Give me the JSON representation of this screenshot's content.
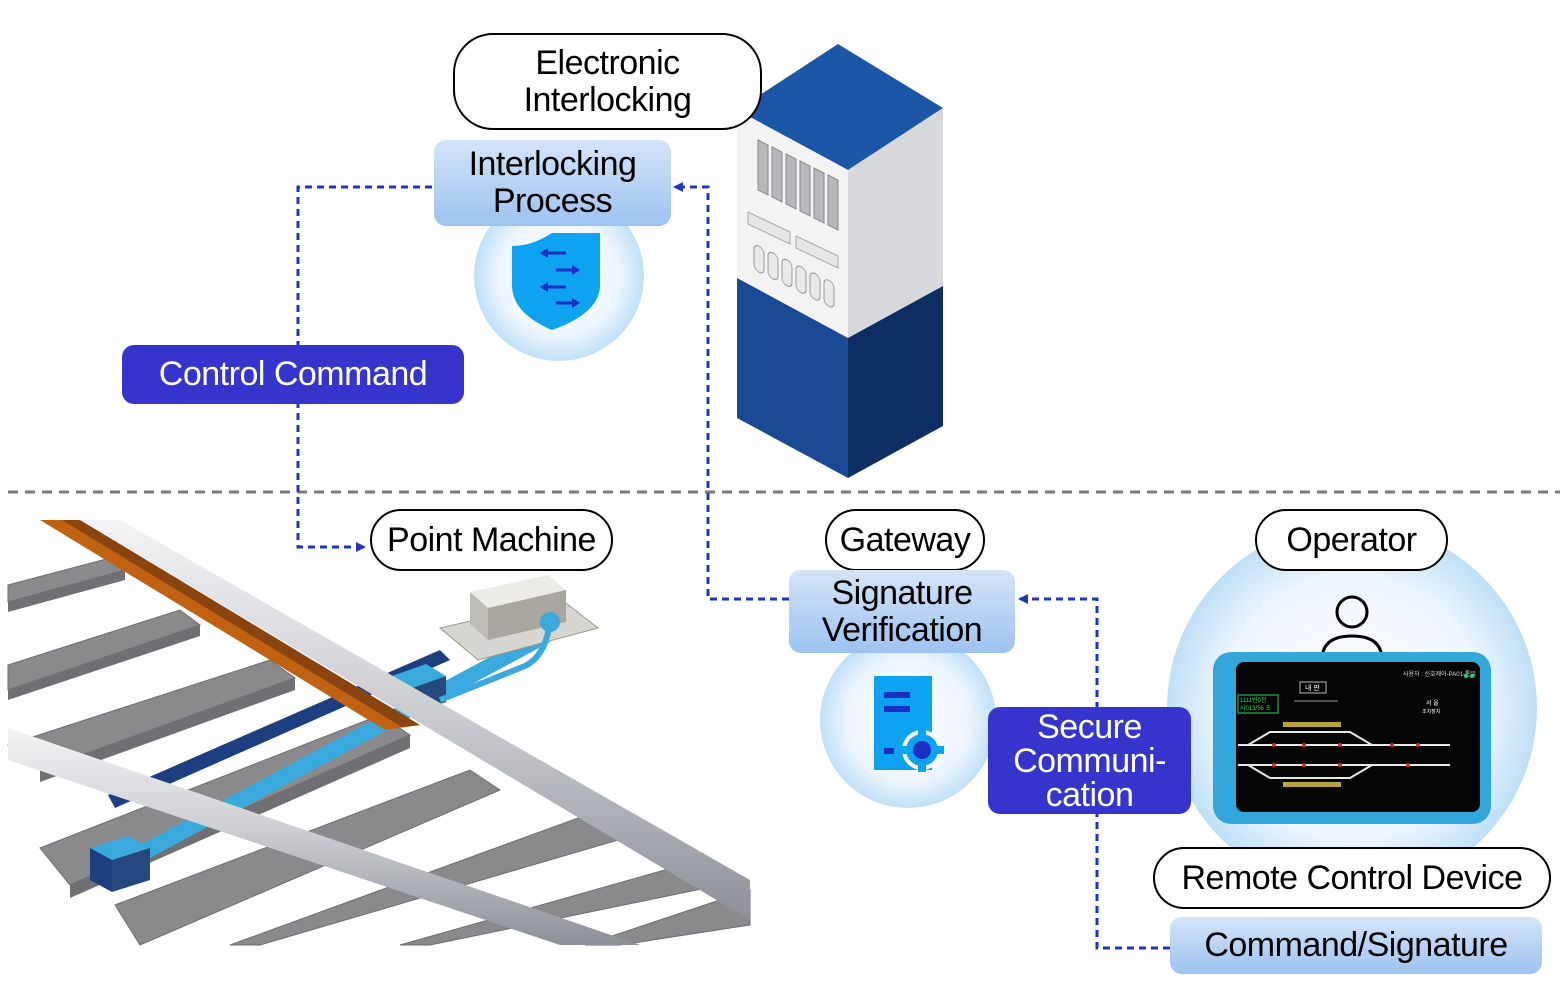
{
  "labels": {
    "electronic_interlocking": "Electronic\nInterlocking",
    "interlocking_process": "Interlocking\nProcess",
    "control_command": "Control Command",
    "point_machine": "Point Machine",
    "gateway": "Gateway",
    "signature_verification": "Signature\nVerification",
    "secure_communication": "Secure\nCommuni-\ncation",
    "operator": "Operator",
    "remote_control_device": "Remote Control Device",
    "command_signature": "Command/Signature"
  },
  "screen_text": {
    "user_line": "사용자 : 신호제어-PA01-통일",
    "center_tag": "내 판",
    "status_line_1": "1111번0천",
    "status_line_2": "사013/56 초",
    "right_label_1": "서 울",
    "right_label_2": "조치장치"
  },
  "icons": [
    "shield-arrows-icon",
    "server-gear-icon",
    "person-icon",
    "server-cabinet-icon"
  ],
  "colors": {
    "dark_label": "#3534cc",
    "dashed_arrow": "#1f36c0",
    "cabinet_blue": "#1c56a6",
    "cabinet_navy": "#0d2e63",
    "rail_orange": "#c06212",
    "cable_cyan": "#3aa9dc",
    "glow_blue": "#cfe7f9"
  }
}
